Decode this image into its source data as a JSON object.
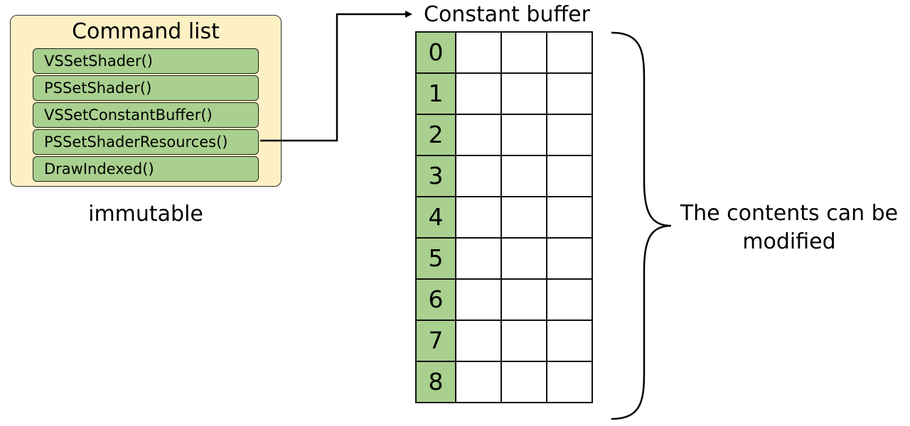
{
  "command_list": {
    "title": "Command list",
    "items": [
      "VSSetShader()",
      "PSSetShader()",
      "VSSetConstantBuffer()",
      "PSSetShaderResources()",
      "DrawIndexed()"
    ],
    "caption": "immutable"
  },
  "constant_buffer": {
    "title": "Constant buffer",
    "slots": [
      "0",
      "1",
      "2",
      "3",
      "4",
      "5",
      "6",
      "7",
      "8"
    ],
    "caption": "The contents can be modified"
  },
  "colors": {
    "panel_fill": "#fdf0c4",
    "item_fill": "#a9d08e",
    "index_fill": "#a9d08e"
  }
}
